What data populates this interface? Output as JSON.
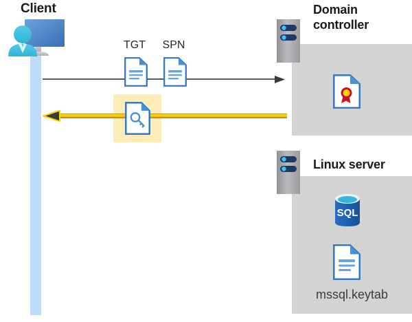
{
  "diagram": {
    "type": "kerberos-authentication-flow",
    "title_client": "Client",
    "title_domain_controller": "Domain controller",
    "title_linux_server": "Linux server"
  },
  "client": {
    "label": "Client",
    "icon": "user-with-monitor-icon",
    "lifeline_color": "#bcdcfa"
  },
  "messages": {
    "request": {
      "direction": "right",
      "color": "#595a5e",
      "artifacts": [
        {
          "label": "TGT",
          "icon": "document-icon"
        },
        {
          "label": "SPN",
          "icon": "document-icon"
        }
      ]
    },
    "response": {
      "direction": "left",
      "color": "#ffd400",
      "highlight_color": "#fdeeb9",
      "artifact": {
        "label": "",
        "icon": "document-key-icon"
      }
    }
  },
  "domain_controller": {
    "label": "Domain controller",
    "server_icon": "server-rack-icon",
    "panel_color": "#d4d4d4",
    "contents": [
      {
        "icon": "certificate-document-icon",
        "label": ""
      }
    ]
  },
  "linux_server": {
    "label": "Linux server",
    "server_icon": "server-rack-icon",
    "panel_color": "#d4d4d4",
    "contents": [
      {
        "icon": "sql-database-icon",
        "label": "SQL"
      },
      {
        "icon": "document-icon",
        "label": "mssql.keytab"
      }
    ],
    "keytab_label": "mssql.keytab",
    "sql_label": "SQL"
  },
  "colors": {
    "accent_blue": "#2f74c0",
    "doc_fill": "#ffffff",
    "doc_stroke": "#2f74c0",
    "panel_gray": "#d4d4d4",
    "rack_gray": "#a6a6a6",
    "rack_navy": "#1f3864",
    "rack_cyan": "#41c3f0",
    "arrow_dark": "#3b3b42",
    "yellow": "#ffd400",
    "highlight": "#fdeeb9",
    "lifeline": "#bcdcfa",
    "cert_red": "#c8102e",
    "cert_gold": "#ffd200"
  }
}
